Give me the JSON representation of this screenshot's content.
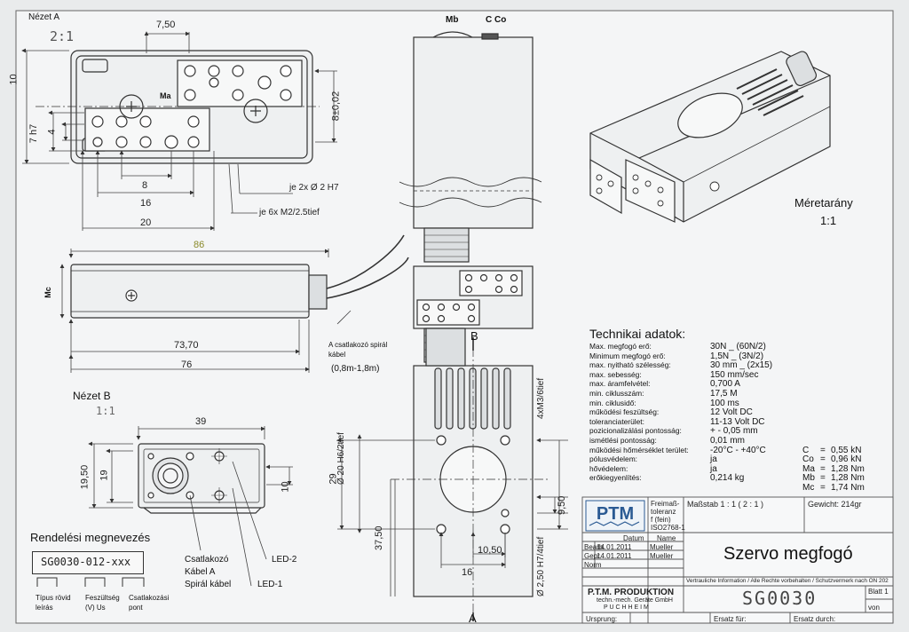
{
  "views": {
    "view_a": {
      "title": "Nézet A",
      "scale": "2:1"
    },
    "view_b": {
      "title": "Nézet B",
      "scale": "1:1"
    },
    "top_labels": {
      "mb": "Mb",
      "c": "C",
      "co": "Co"
    },
    "scale_note": {
      "line1": "Méretarány",
      "line2": "1:1"
    }
  },
  "dimensions": {
    "d_7_50": "7,50",
    "d_10": "10",
    "d_7h7": "7 h7",
    "d_4": "4",
    "d_8": "8",
    "d_16": "16",
    "d_20": "20",
    "d_8_002": "8±0,02",
    "ma": "Ma",
    "hole_note1": "je 2x Ø 2 H7",
    "hole_note2": "je 6x M2/2.5tief",
    "d_86": "86",
    "mc": "Mc",
    "d_73_70": "73,70",
    "d_76": "76",
    "d_39": "39",
    "d_19_50": "19,50",
    "d_19": "19",
    "d_10b": "10",
    "d_29": "29",
    "d_20h6": "Ø 20 H6/2tief",
    "d_4xm3": "4xM3/6tief",
    "d_9_50": "9,50",
    "d_10_50": "10,50",
    "d_37_50": "37,50",
    "d_250": "Ø 2,50 H7/4tief",
    "d_16b": "16",
    "section_b": "B",
    "section_a": "A"
  },
  "cable": {
    "line1": "A csatlakozó spirál",
    "line2": "kábel",
    "length": "(0,8m-1,8m)"
  },
  "callouts": {
    "conn1": "Csatlakozó",
    "conn2": "Kábel A",
    "conn3": "Spirál kábel",
    "led2": "LED-2",
    "led1": "LED-1"
  },
  "order": {
    "title": "Rendelési megnevezés",
    "code": "SG0030-012-xxx",
    "leg1a": "Típus rövid",
    "leg1b": "leírás",
    "leg2a": "Feszültség",
    "leg2b": "(V) Us",
    "leg3a": "Csatlakozási",
    "leg3b": "pont"
  },
  "specs": {
    "title": "Technikai adatok:",
    "rows": [
      {
        "label": "Max. megfogó erő:",
        "value": "30N _ (60N/2)"
      },
      {
        "label": "Minimum megfogó erő:",
        "value": "1,5N _ (3N/2)"
      },
      {
        "label": "max. nyitható szélesség:",
        "value": "30 mm _ (2x15)"
      },
      {
        "label": "max. sebesség:",
        "value": "150 mm/sec"
      },
      {
        "label": "max. áramfelvétel:",
        "value": "0,700 A"
      },
      {
        "label": "min. ciklusszám:",
        "value": "17,5 M"
      },
      {
        "label": "min. ciklusidő:",
        "value": "100 ms"
      },
      {
        "label": "működési feszültség:",
        "value": "12 Volt DC"
      },
      {
        "label": "toleranciaterület:",
        "value": "11-13 Volt DC"
      },
      {
        "label": "pozicionalizálási pontosság:",
        "value": "+ - 0,05 mm"
      },
      {
        "label": "ismétlési pontosság:",
        "value": "0,01 mm"
      },
      {
        "label": "működési hőmérséklet terület:",
        "value": "-20°C - +40°C"
      },
      {
        "label": "pólusvédelem:",
        "value": "ja"
      },
      {
        "label": "hővédelem:",
        "value": "ja"
      },
      {
        "label": "erőkiegyenlítés:",
        "value": "0,214 kg"
      }
    ],
    "moments": [
      {
        "key": "C",
        "eq": "=",
        "value": "0,55 kN"
      },
      {
        "key": "Co",
        "eq": "=",
        "value": "0,96 kN"
      },
      {
        "key": "Ma",
        "eq": "=",
        "value": "1,28 Nm"
      },
      {
        "key": "Mb",
        "eq": "=",
        "value": "1,28 Nm"
      },
      {
        "key": "Mc",
        "eq": "=",
        "value": "1,74 Nm"
      }
    ]
  },
  "titleblock": {
    "logo": "PTM",
    "tol1": "Freimaß-",
    "tol2": "toleranz",
    "tol3": "f (fein)",
    "tol4": "ISO2768-1",
    "scale": "Maßstab 1 : 1 ( 2 : 1 )",
    "weight": "Gewicht: 214gr",
    "col_datum": "Datum",
    "col_name": "Name",
    "bearb": "Bearb.",
    "bearb_date": "14.01.2011",
    "bearb_name": "Mueller",
    "gepr": "Gepr.",
    "gepr_date": "14.01.2011",
    "gepr_name": "Mueller",
    "norm": "Norm",
    "name": "Szervo megfogó",
    "notice": "Vertrauliche Information / Alle Rechte vorbehalten / Schutzvermerk nach ON 202",
    "company1": "P.T.M. PRODUKTION",
    "company2": "techn.-mech. Geräte GmbH",
    "company3": "P U C H H E I M",
    "drawing_no": "SG0030",
    "blatt": "Blatt 1",
    "von": "von",
    "ursprung": "Ursprung:",
    "ersatz_fur": "Ersatz für:",
    "ersatz_durch": "Ersatz durch:"
  }
}
